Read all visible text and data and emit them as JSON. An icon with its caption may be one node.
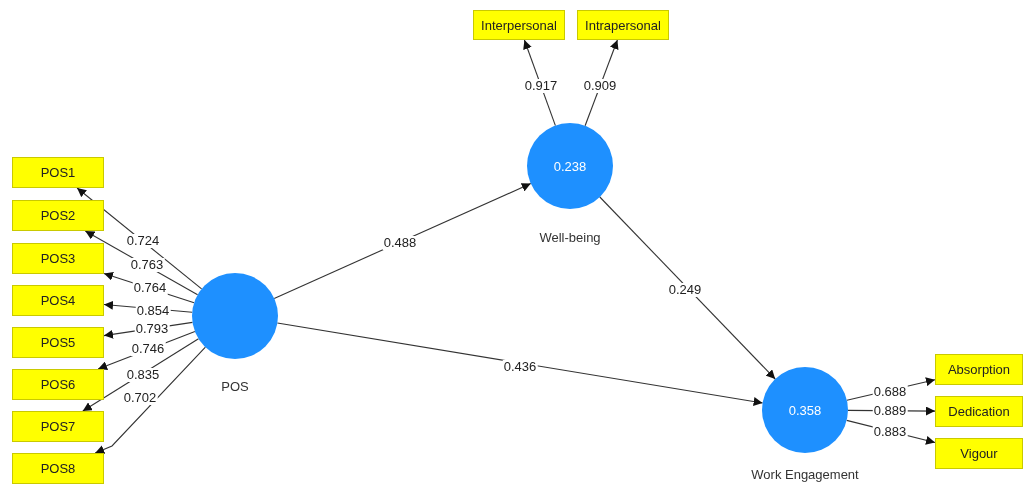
{
  "diagram": {
    "nodes": [
      {
        "text": [
          "POS1"
        ]
      },
      {
        "text": [
          "POS2"
        ]
      },
      {
        "text": [
          "POS3"
        ]
      },
      {
        "text": [
          "POS4"
        ]
      },
      {
        "text": [
          "POS5"
        ]
      },
      {
        "text": [
          "POS6"
        ]
      },
      {
        "text": [
          "POS7"
        ]
      },
      {
        "text": [
          "POS8"
        ]
      },
      {
        "text": [],
        "shape": "circle",
        "beside": [
          "POS"
        ]
      },
      {
        "text": [
          "Interpersonal"
        ]
      },
      {
        "text": [
          "Intrapersonal"
        ]
      },
      {
        "text": [
          "0.238"
        ],
        "beside": [
          "Well-being"
        ]
      },
      {
        "text": [
          "0.358"
        ],
        "beside": [
          "Work Engagement"
        ]
      },
      {
        "text": [
          "Absorption"
        ]
      },
      {
        "text": [
          "Dedication"
        ]
      },
      {
        "text": [
          "Vigour"
        ]
      }
    ],
    "edges": [
      {
        "from": 8,
        "to": 0,
        "arrow": "to",
        "label": "0.724"
      },
      {
        "from": 8,
        "to": 1,
        "arrow": "to",
        "label": "0.763"
      },
      {
        "from": 8,
        "to": 2,
        "arrow": "to",
        "label": "0.764"
      },
      {
        "from": 8,
        "to": 3,
        "arrow": "to",
        "label": "0.854"
      },
      {
        "from": 8,
        "to": 4,
        "arrow": "to",
        "label": "0.793"
      },
      {
        "from": 8,
        "to": 5,
        "arrow": "to",
        "label": "0.746"
      },
      {
        "from": 8,
        "to": 6,
        "arrow": "to",
        "label": "0.835"
      },
      {
        "from": 8,
        "to": 7,
        "arrow": "to",
        "label": "0.702"
      },
      {
        "from": 8,
        "to": 11,
        "arrow": "to",
        "label": "0.488"
      },
      {
        "from": 11,
        "to": 9,
        "arrow": "to",
        "label": "0.917"
      },
      {
        "from": 11,
        "to": 10,
        "arrow": "to",
        "label": "0.909"
      },
      {
        "from": 11,
        "to": 12,
        "arrow": "to",
        "label": "0.249"
      },
      {
        "from": 8,
        "to": 12,
        "arrow": "to",
        "label": "0.436"
      },
      {
        "from": 12,
        "to": 13,
        "arrow": "to",
        "label": "0.688"
      },
      {
        "from": 12,
        "to": 14,
        "arrow": "to",
        "label": "0.889"
      },
      {
        "from": 12,
        "to": 15,
        "arrow": "to",
        "label": "0.883"
      }
    ]
  }
}
